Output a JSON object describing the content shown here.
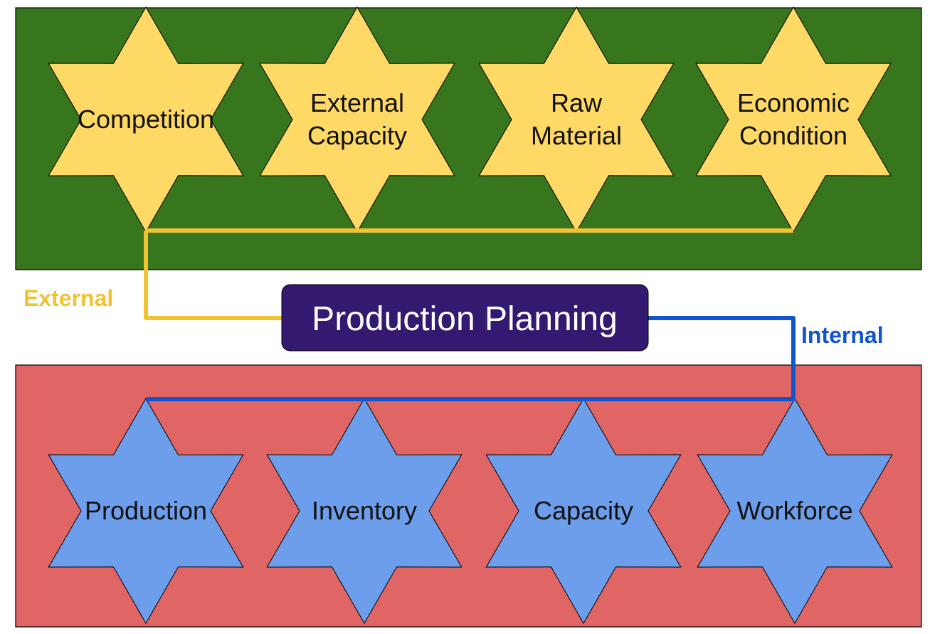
{
  "diagram": {
    "center": {
      "label": "Production Planning",
      "color": "#33196f"
    },
    "external": {
      "label": "External",
      "band_color": "#38761d",
      "star_color": "#ffd966",
      "line_color": "#f1c232",
      "factors": [
        {
          "lines": [
            "Competition"
          ]
        },
        {
          "lines": [
            "External",
            "Capacity"
          ]
        },
        {
          "lines": [
            "Raw",
            "Material"
          ]
        },
        {
          "lines": [
            "Economic",
            "Condition"
          ]
        }
      ]
    },
    "internal": {
      "label": "Internal",
      "band_color": "#e06666",
      "star_color": "#6d9eeb",
      "line_color": "#1155cc",
      "factors": [
        {
          "lines": [
            "Production"
          ]
        },
        {
          "lines": [
            "Inventory"
          ]
        },
        {
          "lines": [
            "Capacity"
          ]
        },
        {
          "lines": [
            "Workforce"
          ]
        }
      ]
    }
  }
}
